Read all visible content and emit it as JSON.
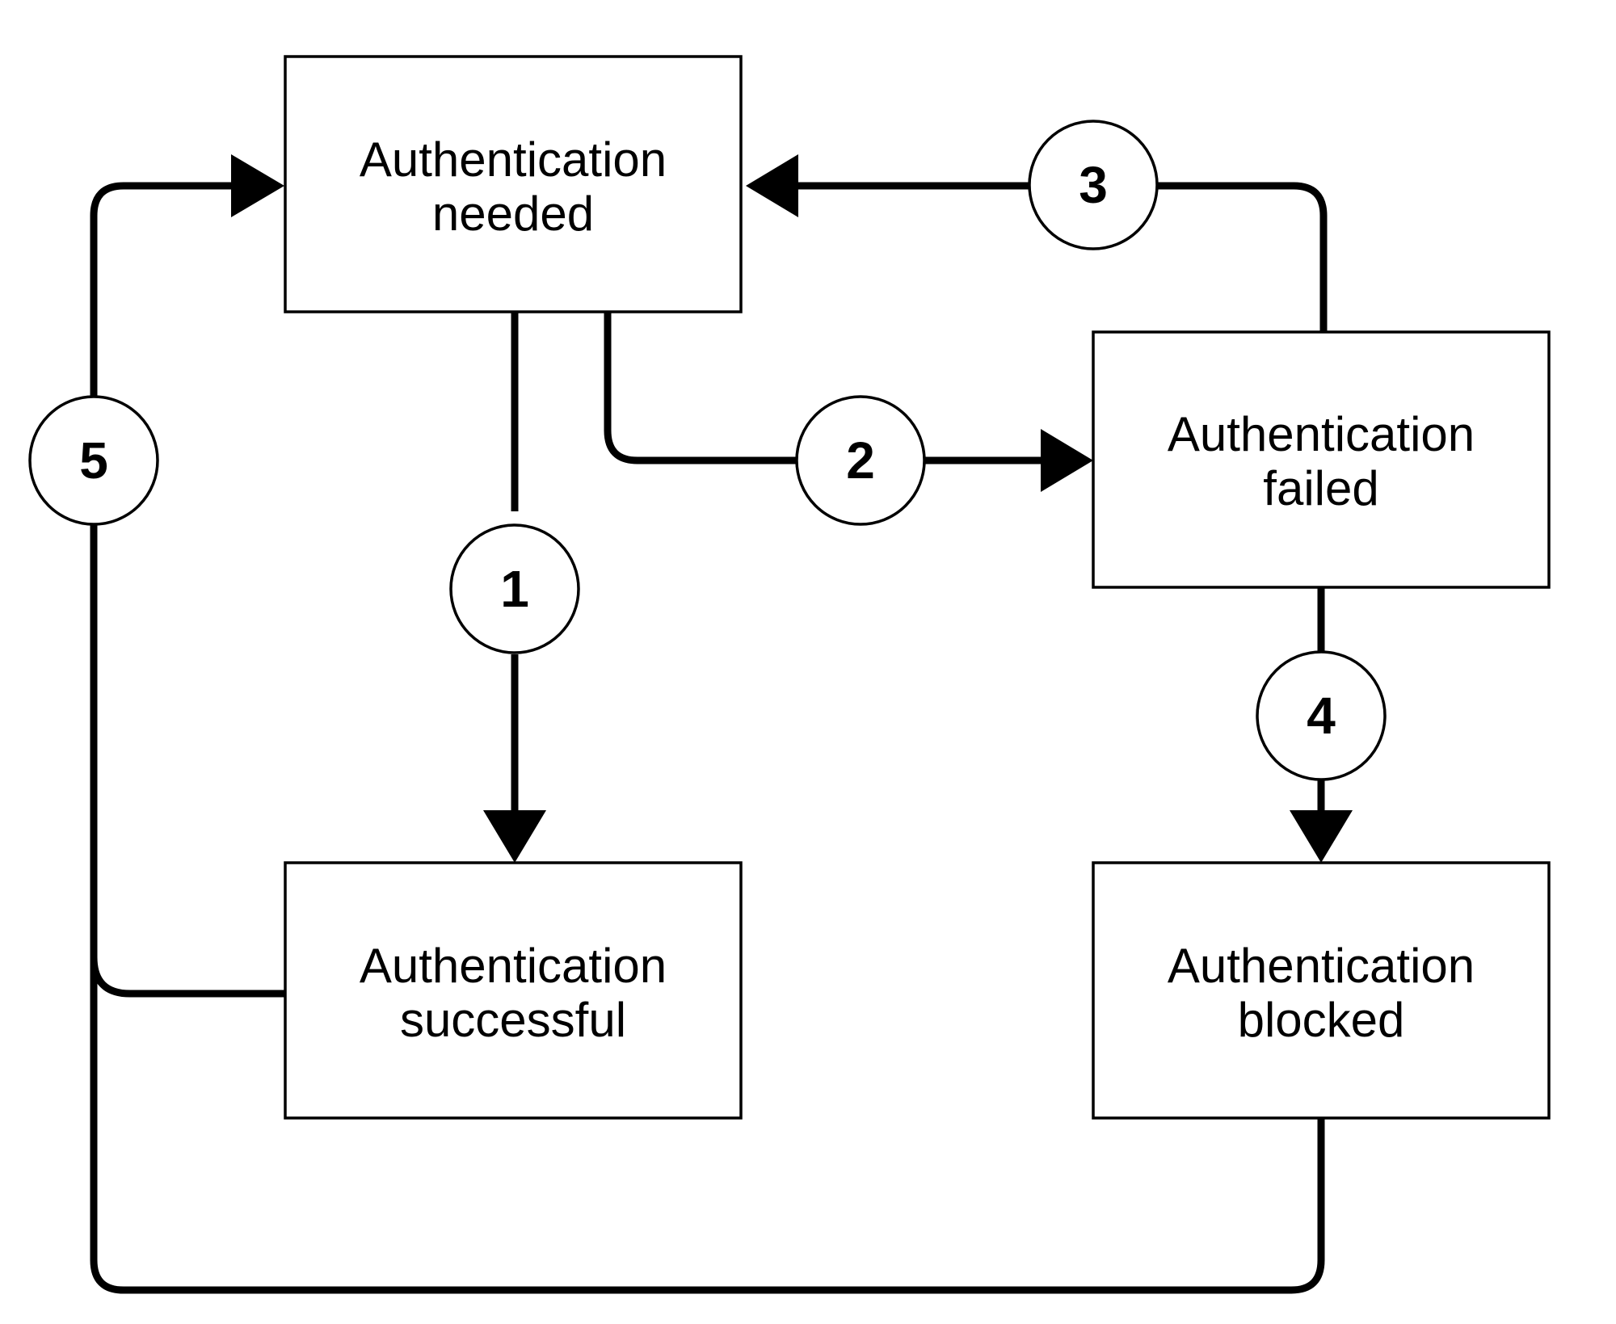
{
  "states": {
    "needed": {
      "line1": "Authentication",
      "line2": "needed"
    },
    "successful": {
      "line1": "Authentication",
      "line2": "successful"
    },
    "failed": {
      "line1": "Authentication",
      "line2": "failed"
    },
    "blocked": {
      "line1": "Authentication",
      "line2": "blocked"
    }
  },
  "transitions": {
    "t1": {
      "label": "1",
      "from": "needed",
      "to": "successful"
    },
    "t2": {
      "label": "2",
      "from": "needed",
      "to": "failed"
    },
    "t3": {
      "label": "3",
      "from": "failed",
      "to": "needed"
    },
    "t4": {
      "label": "4",
      "from": "failed",
      "to": "blocked"
    },
    "t5": {
      "label": "5",
      "from": "successful, blocked",
      "to": "needed"
    }
  }
}
